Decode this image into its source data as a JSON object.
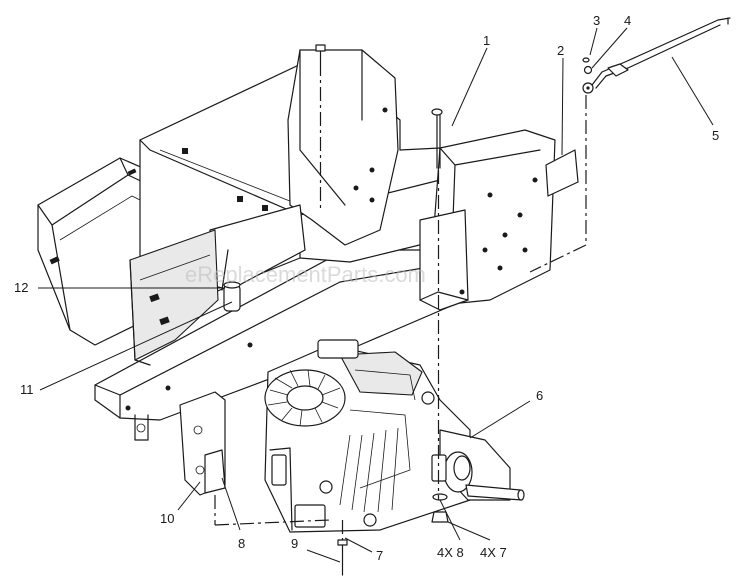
{
  "watermark": "eReplacementParts.com",
  "callouts": [
    {
      "id": "c1",
      "label": "1"
    },
    {
      "id": "c2",
      "label": "2"
    },
    {
      "id": "c3",
      "label": "3"
    },
    {
      "id": "c4",
      "label": "4"
    },
    {
      "id": "c5",
      "label": "5"
    },
    {
      "id": "c6",
      "label": "6"
    },
    {
      "id": "c7",
      "label": "7"
    },
    {
      "id": "c8",
      "label": "8"
    },
    {
      "id": "c9",
      "label": "9"
    },
    {
      "id": "c10",
      "label": "10"
    },
    {
      "id": "c11",
      "label": "11"
    },
    {
      "id": "c12",
      "label": "12"
    },
    {
      "id": "c13",
      "label": "4X 8"
    },
    {
      "id": "c14",
      "label": "4X 7"
    }
  ]
}
